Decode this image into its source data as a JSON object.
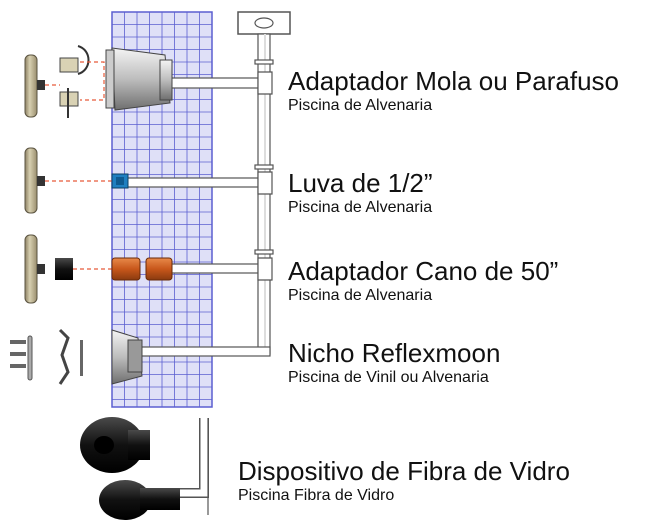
{
  "colors": {
    "grid_fill": "#dfe0f7",
    "grid_line": "#5b5fd0",
    "pipe": "#ffffff",
    "pipe_outline": "#555555",
    "dashed": "#e85a3a",
    "orange": "#c8571b",
    "blue_sleeve": "#1f7fc0",
    "fixture": "#b8ad8a",
    "dark_part": "#1a1a1a"
  },
  "items": [
    {
      "title": "Adaptador Mola ou Parafuso",
      "subtitle": "Piscina de Alvenaria"
    },
    {
      "title": "Luva de 1/2”",
      "subtitle": "Piscina de Alvenaria"
    },
    {
      "title": "Adaptador Cano de 50”",
      "subtitle": "Piscina de Alvenaria"
    },
    {
      "title": "Nicho Reflexmoon",
      "subtitle": "Piscina de Vinil ou Alvenaria"
    },
    {
      "title": "Dispositivo de Fibra de Vidro",
      "subtitle": "Piscina Fibra de Vidro"
    }
  ]
}
